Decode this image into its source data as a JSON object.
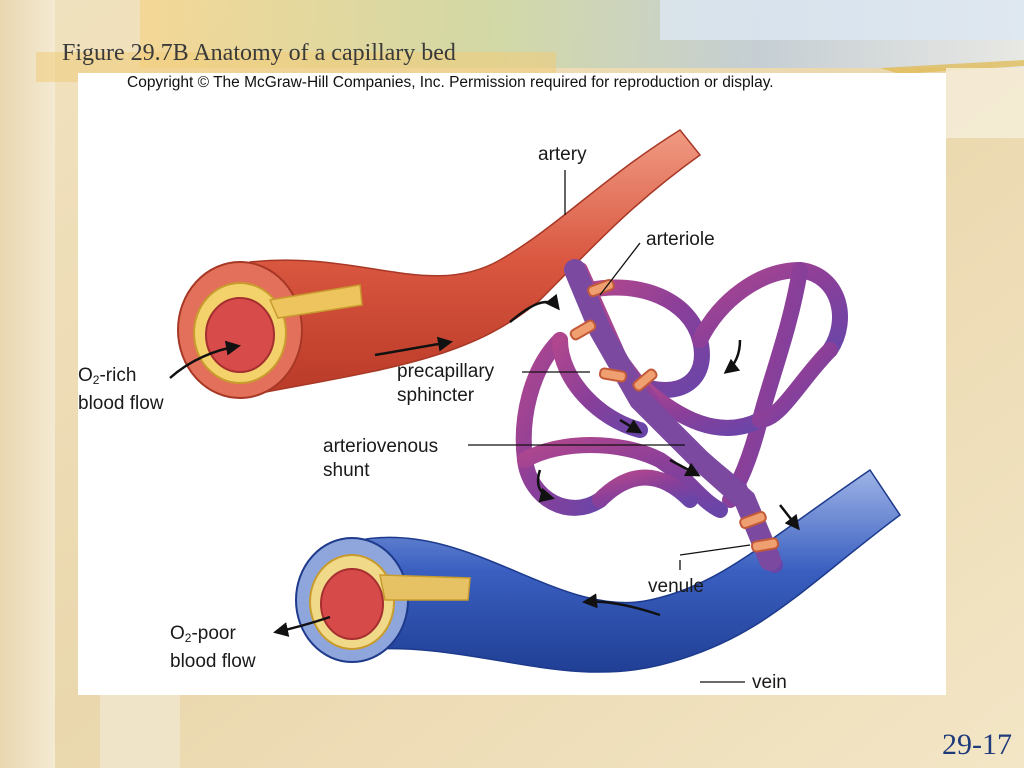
{
  "slide": {
    "title": "Figure 29.7B Anatomy of a capillary bed",
    "copyright": "Copyright © The McGraw-Hill Companies, Inc. Permission required for reproduction or display.",
    "slide_number": "29-17"
  },
  "labels": {
    "artery": "artery",
    "arteriole": "arteriole",
    "precapillary_sphincter_line1": "precapillary",
    "precapillary_sphincter_line2": "sphincter",
    "arteriovenous_shunt_line1": "arteriovenous",
    "arteriovenous_shunt_line2": "shunt",
    "venule": "venule",
    "vein": "vein",
    "o2_rich_prefix": "O",
    "o2_rich_sub": "2",
    "o2_rich_suffix": "-rich",
    "o2_rich_line2": "blood flow",
    "o2_poor_prefix": "O",
    "o2_poor_sub": "2",
    "o2_poor_suffix": "-poor",
    "o2_poor_line2": "blood flow"
  },
  "colors": {
    "artery": "#d8553f",
    "vein": "#2f55b8",
    "capillary": "#8a3f99",
    "sphincter": "#e07a5f"
  }
}
